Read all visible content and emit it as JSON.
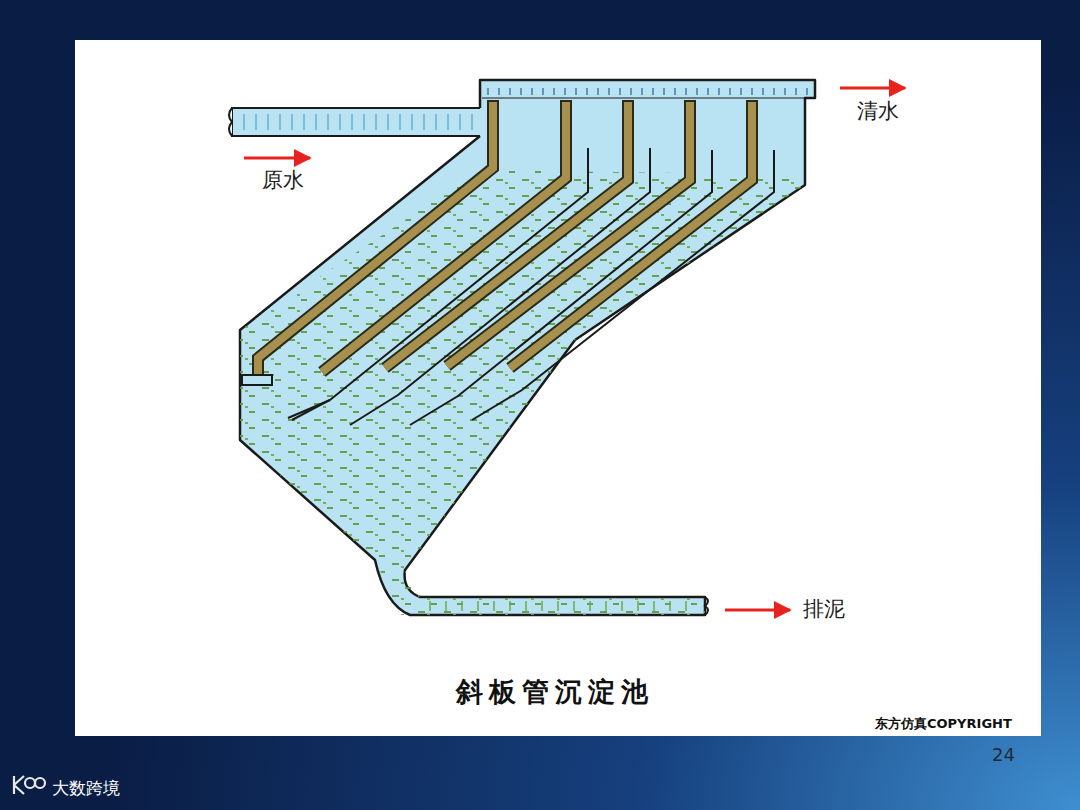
{
  "diagram": {
    "caption": "斜板管沉淀池",
    "labels": [
      "原水",
      "清水",
      "排泥",
      "东方仿真COPYRIGHT",
      "24",
      "大数跨境"
    ]
  }
}
